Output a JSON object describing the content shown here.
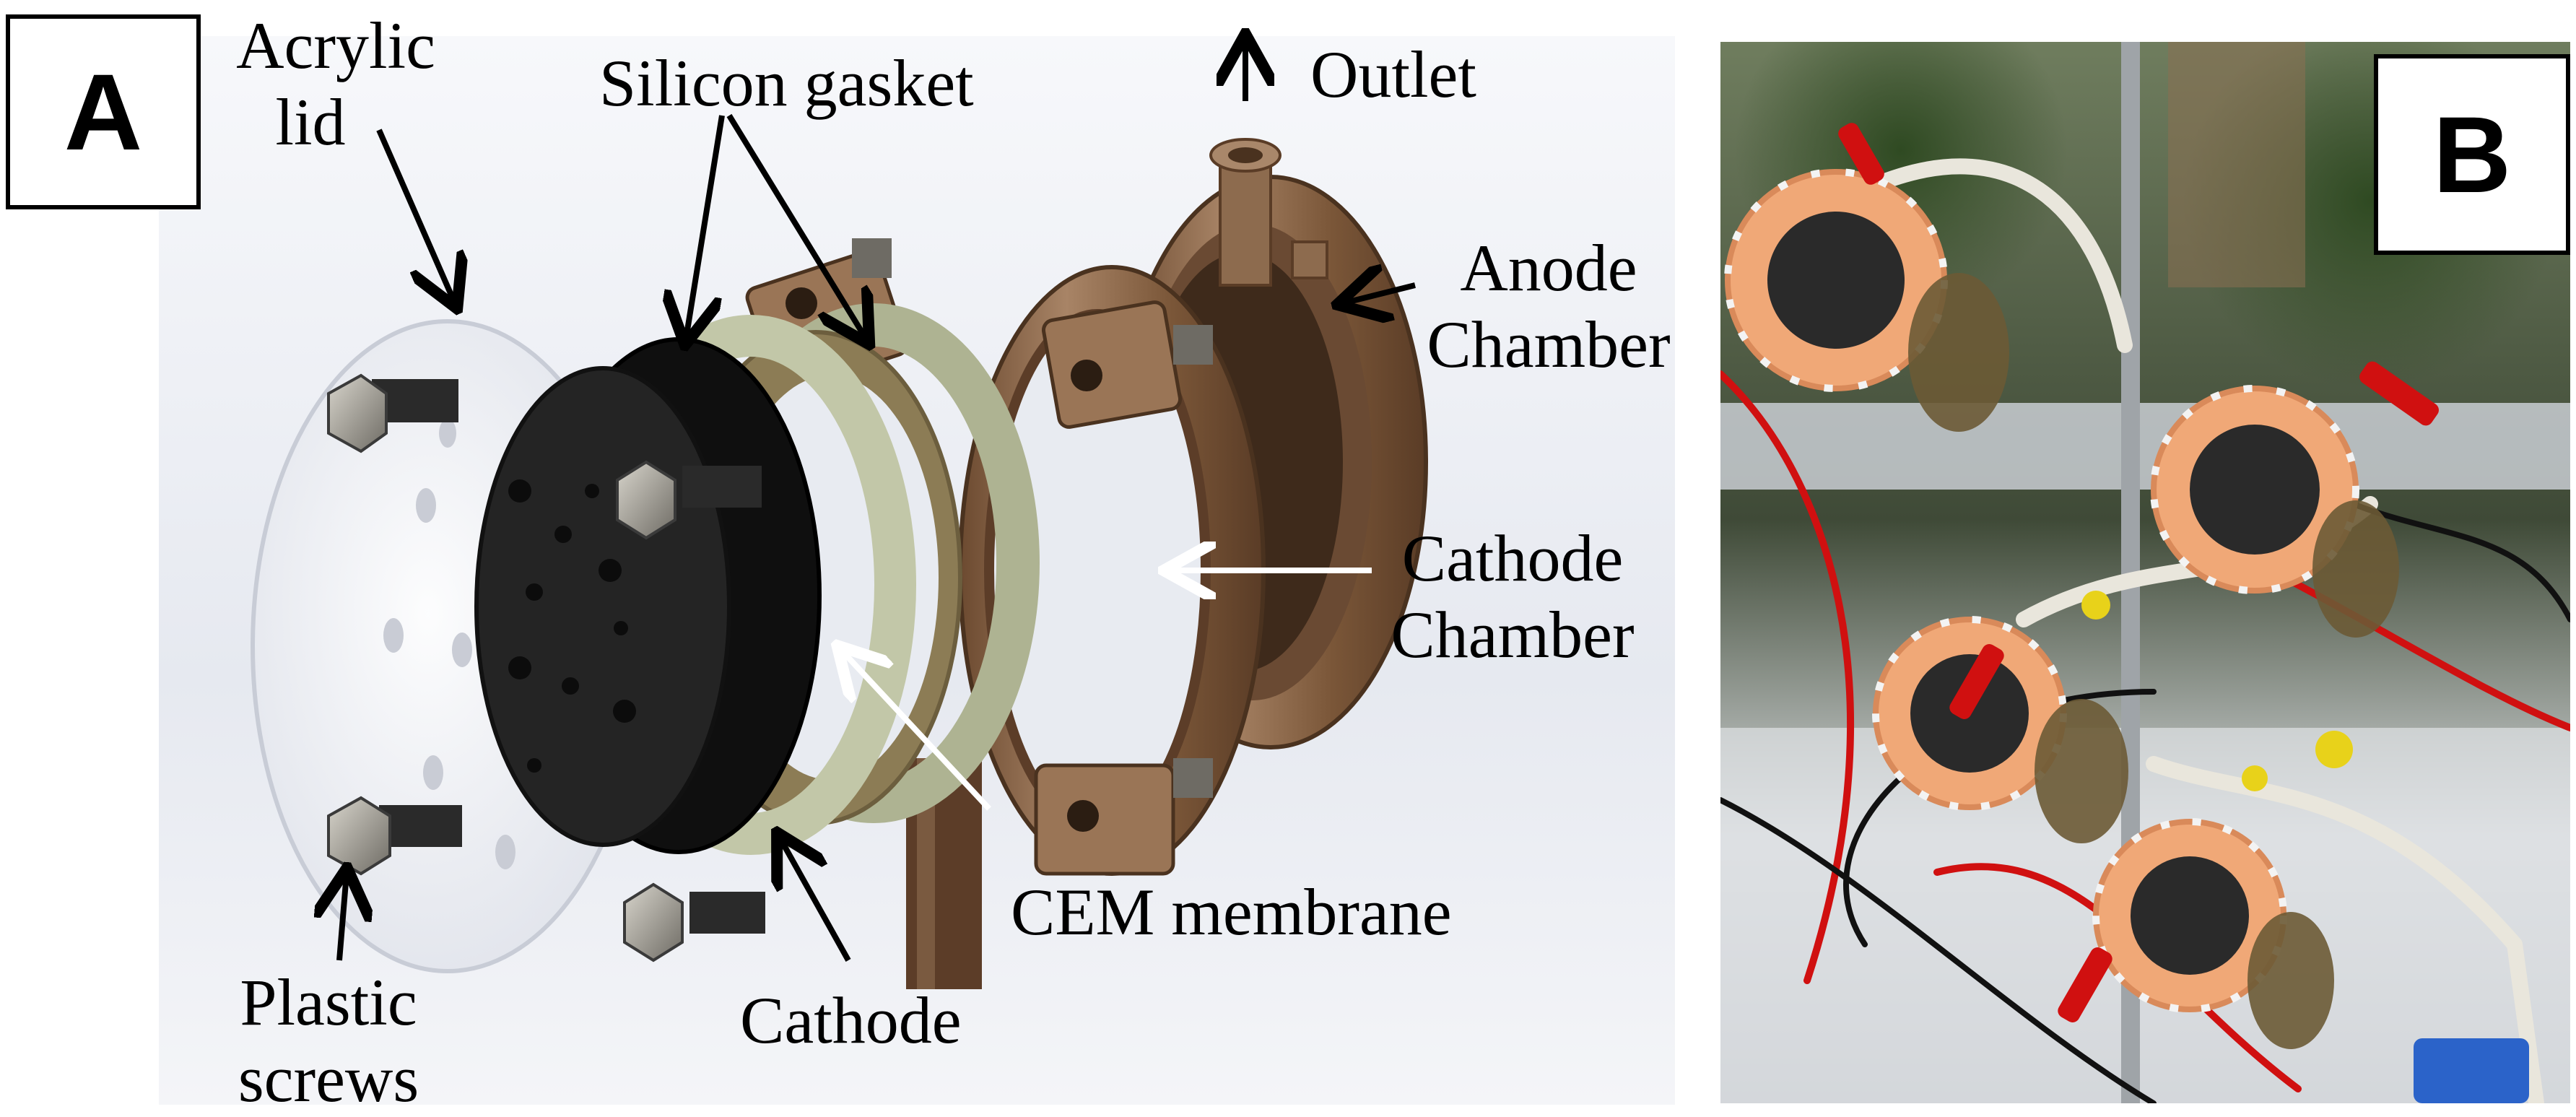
{
  "panels": {
    "a": {
      "label": "A"
    },
    "b": {
      "label": "B"
    }
  },
  "callouts": {
    "acrylic_lid": {
      "line1": "Acrylic",
      "line2": "lid"
    },
    "silicon_gasket": {
      "text": "Silicon gasket"
    },
    "outlet": {
      "text": "Outlet"
    },
    "anode_chamber": {
      "line1": "Anode",
      "line2": "Chamber"
    },
    "cathode_chamber": {
      "line1": "Cathode",
      "line2": "Chamber"
    },
    "cem_membrane": {
      "text": "CEM membrane"
    },
    "cathode": {
      "text": "Cathode"
    },
    "plastic_screws": {
      "line1": "Plastic",
      "line2": "screws"
    }
  },
  "colors": {
    "arrow_black": "#000000",
    "arrow_white": "#ffffff",
    "chamber_brown": "#8f6a4b",
    "plate_black": "#1e1e1e",
    "gasket_green": "#b9bea0",
    "lid_clear": "#eef0f4",
    "photo_bg": "#5a6652",
    "tube_red": "#d01010"
  }
}
